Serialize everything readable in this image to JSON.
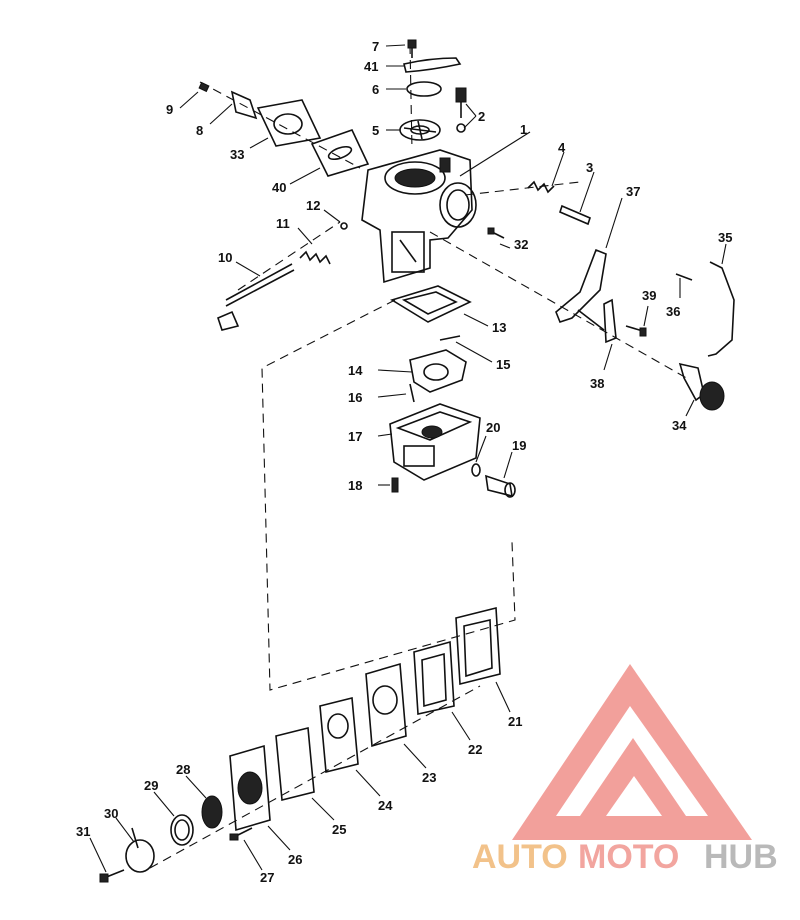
{
  "parts": [
    {
      "n": "1"
    },
    {
      "n": "2"
    },
    {
      "n": "3"
    },
    {
      "n": "4"
    },
    {
      "n": "5"
    },
    {
      "n": "6"
    },
    {
      "n": "7"
    },
    {
      "n": "8"
    },
    {
      "n": "9"
    },
    {
      "n": "10"
    },
    {
      "n": "11"
    },
    {
      "n": "12"
    },
    {
      "n": "13"
    },
    {
      "n": "14"
    },
    {
      "n": "15"
    },
    {
      "n": "16"
    },
    {
      "n": "17"
    },
    {
      "n": "18"
    },
    {
      "n": "19"
    },
    {
      "n": "20"
    },
    {
      "n": "21"
    },
    {
      "n": "22"
    },
    {
      "n": "23"
    },
    {
      "n": "24"
    },
    {
      "n": "25"
    },
    {
      "n": "26"
    },
    {
      "n": "27"
    },
    {
      "n": "28"
    },
    {
      "n": "29"
    },
    {
      "n": "30"
    },
    {
      "n": "31"
    },
    {
      "n": "32"
    },
    {
      "n": "33"
    },
    {
      "n": "34"
    },
    {
      "n": "35"
    },
    {
      "n": "36"
    },
    {
      "n": "37"
    },
    {
      "n": "38"
    },
    {
      "n": "39"
    },
    {
      "n": "40"
    },
    {
      "n": "41"
    }
  ],
  "watermark": {
    "brand_part1": "AUTO",
    "brand_part2": "MOTO",
    "brand_part3": "HUB",
    "colors": {
      "auto": "#f2c28a",
      "moto": "#f2a59f",
      "hub": "#b9b9b9",
      "logo": "#f0908a"
    }
  }
}
